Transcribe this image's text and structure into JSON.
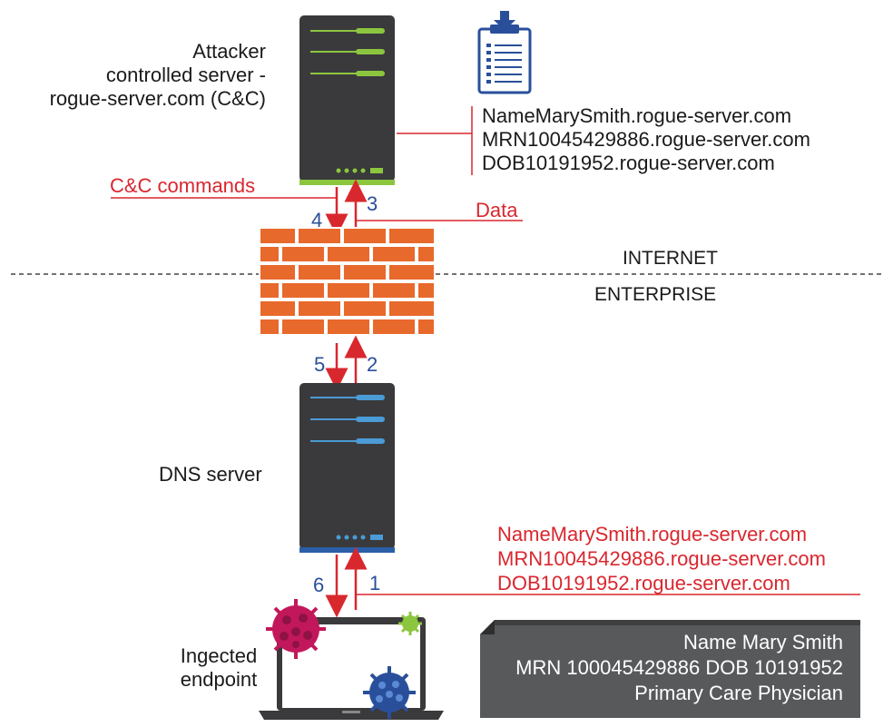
{
  "labels": {
    "attacker_server": [
      "Attacker",
      "controlled server -",
      "rogue-server.com (C&C)"
    ],
    "dns_server": "DNS server",
    "endpoint": [
      "Ingected",
      "endpoint"
    ],
    "internet": "INTERNET",
    "enterprise": "ENTERPRISE",
    "cc_commands": "C&C commands",
    "data": "Data"
  },
  "steps": [
    "1",
    "2",
    "3",
    "4",
    "5",
    "6"
  ],
  "exfil_upper": [
    "NameMarySmith.rogue-server.com",
    "MRN10045429886.rogue-server.com",
    "DOB10191952.rogue-server.com"
  ],
  "exfil_lower": [
    "NameMarySmith.rogue-server.com",
    "MRN10045429886.rogue-server.com",
    "DOB10191952.rogue-server.com"
  ],
  "record": [
    "Name Mary Smith",
    "MRN 100045429886 DOB 10191952",
    "Primary Care Physician"
  ],
  "colors": {
    "red": "#d9272e",
    "blue": "#2a4f9a",
    "brick": "#e8692c",
    "server": "#3a3a3c",
    "green_accent": "#8cc63f",
    "blue_accent": "#4a9bd6",
    "virus_pink": "#c2185b",
    "virus_blue": "#2a4f9a",
    "virus_green": "#8cc63f",
    "card": "#58595b"
  },
  "icons": [
    "clipboard-download-icon",
    "firewall-icon",
    "server-icon",
    "laptop-icon",
    "virus-icon",
    "document-card-icon"
  ]
}
